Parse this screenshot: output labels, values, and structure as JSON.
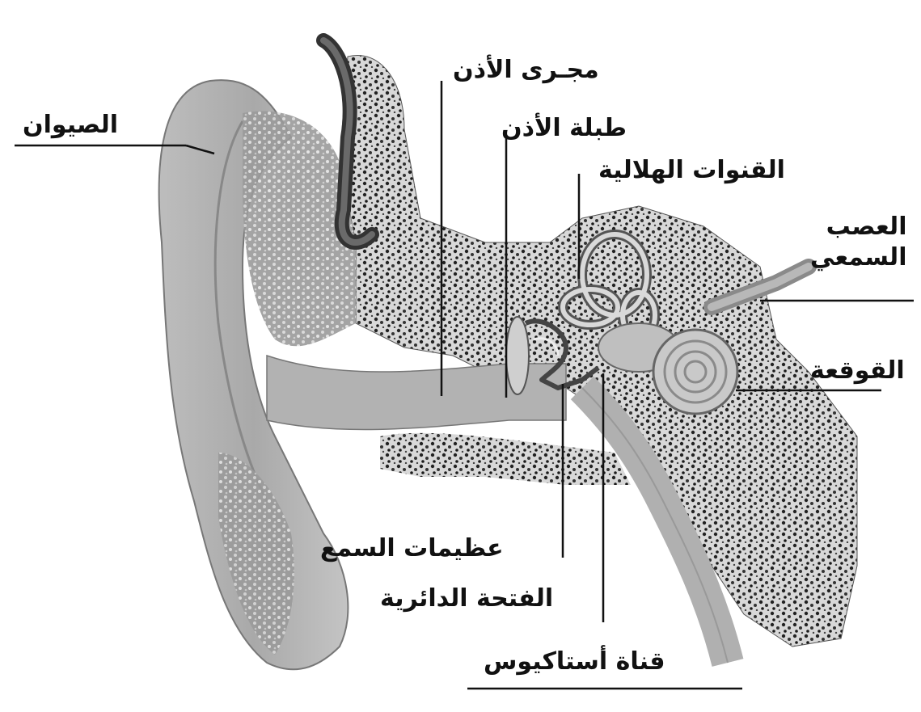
{
  "labels": {
    "pinna": "الصيوان",
    "ear_canal": "مجـرى الأذن",
    "eardrum": "طبلة الأذن",
    "semicircular_canals": "القنوات الهلالية",
    "auditory_nerve_line1": "العصب",
    "auditory_nerve_line2": "السمعي",
    "cochlea": "القوقعة",
    "ossicles": "عظيمات السمع",
    "round_window": "الفتحة الدائرية",
    "eustachian_tube": "قناة أستاكيوس"
  }
}
